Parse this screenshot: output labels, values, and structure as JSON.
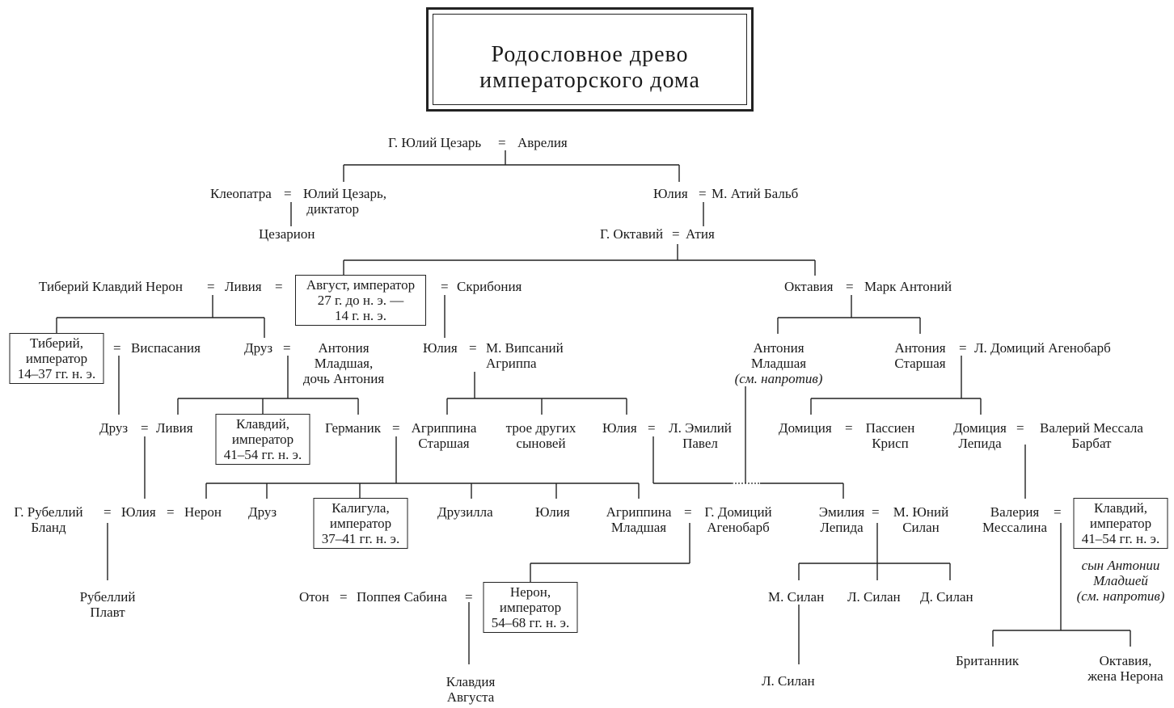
{
  "title": {
    "line1": "Родословное древо",
    "line2": "императорского дома"
  },
  "nodes": {
    "caesar_sr": "Г. Юлий Цезарь",
    "aurelia": "Аврелия",
    "cleopatra": "Клеопатра",
    "julius_caesar": "Юлий Цезарь,\n диктатор",
    "caesarion": "Цезарион",
    "julia_sister": "Юлия",
    "atius": "М. Атий Бальб",
    "octavius": "Г. Октавий",
    "atia": "Атия",
    "tib_claudius_nero": "Тиберий Клавдий Нерон",
    "livia": "Ливия",
    "augustus": "Август, император\n27 г. до н. э. —\n14 г. н. э.",
    "scribonia": "Скрибония",
    "octavia": "Октавия",
    "mark_antony": "Марк Антоний",
    "tiberius": "Тиберий,\nимператор\n14–37 гг. н. э.",
    "vipsania": "Виспасания",
    "drusus": "Друз",
    "antonia_minor": "Антония\nМладшая,\nдочь Антония",
    "julia_aug": "Юлия",
    "agrippa": "М. Випсаний\nАгриппа",
    "antonia_minor_r": "Антония\nМладшая",
    "see_opposite": "(см. напротив)",
    "antonia_major": "Антония\nСтаршая",
    "l_domitius": "Л. Домиций Агенобарб",
    "drusus_jr": "Друз",
    "livia_jr": "Ливия",
    "claudius": "Клавдий,\nимператор\n41–54 гг. н. э.",
    "germanicus": "Германик",
    "agrippina_major": "Агриппина\nСтаршая",
    "three_sons": "трое других\nсыновей",
    "julia_agr": "Юлия",
    "aemilius_paullus": "Л. Эмилий\nПавел",
    "domitia": "Домиция",
    "passienus": "Пассиен\nКрисп",
    "domitia_lepida": "Домиция\nЛепида",
    "messalla": "Валерий Мессала\nБарбат",
    "rubellius": "Г. Рубеллий\nБланд",
    "julia_dr": "Юлия",
    "nero_germ": "Нерон",
    "drusus_germ": "Друз",
    "caligula": "Калигула,\nимператор\n37–41 гг. н. э.",
    "drusilla": "Друзилла",
    "julia_livilla": "Юлия",
    "agrippina_minor": "Агриппина\nМладшая",
    "g_domitius": "Г. Домиций\nАгенобарб",
    "aemilia_lepida": "Эмилия\nЛепида",
    "m_silanus_sr": "М. Юний\nСилан",
    "valeria_messalina": "Валерия\nМессалина",
    "claudius_r": "Клавдий,\nимператор\n41–54 гг. н. э.",
    "claudius_note": "сын Антонии\nМладшей\n(см. напротив)",
    "rubellius_plautus": "Рубеллий\nПлавт",
    "otho": "Отон",
    "poppaea": "Поппея Сабина",
    "nero": "Нерон,\nимператор\n54–68 гг. н. э.",
    "m_silanus": "М. Силан",
    "l_silanus": "Л. Силан",
    "d_silanus": "Д. Силан",
    "britannicus": "Британник",
    "octavia_nero": "Октавия,\nжена Нерона",
    "claudia_augusta": "Клавдия\nАвгуста",
    "l_silanus_jr": "Л. Силан"
  },
  "marriage_sign": "="
}
